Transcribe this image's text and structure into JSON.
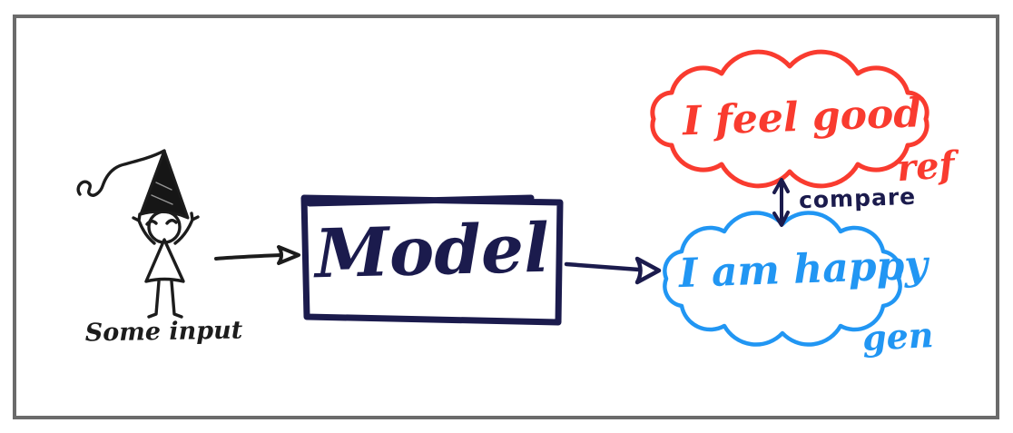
{
  "colors": {
    "frame": "#6b6b6b",
    "ink": "#1c1c1c",
    "navy": "#1b1b4d",
    "red": "#f93b2f",
    "blue": "#2196f3",
    "background": "#ffffff"
  },
  "diagram": {
    "input": {
      "label": "Some input"
    },
    "model": {
      "label": "Model"
    },
    "output_ref": {
      "text": "I feel good",
      "tag": "ref"
    },
    "output_gen": {
      "text": "I am happy",
      "tag": "gen"
    },
    "compare": {
      "label": "compare"
    }
  }
}
